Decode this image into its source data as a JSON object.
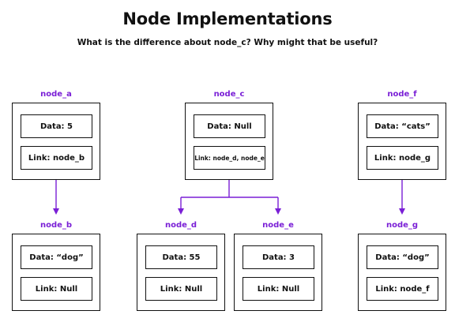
{
  "title": "Node Implementations",
  "subtitle": "What is the difference about node_c? Why might that be useful?",
  "colors": {
    "accent": "#7a1fd6",
    "border": "#111111"
  },
  "nodes": {
    "node_a": {
      "name": "node_a",
      "data": "Data: 5",
      "link": "Link: node_b"
    },
    "node_b": {
      "name": "node_b",
      "data": "Data: “dog”",
      "link": "Link: Null"
    },
    "node_c": {
      "name": "node_c",
      "data": "Data: Null",
      "link": "Link: node_d, node_e"
    },
    "node_d": {
      "name": "node_d",
      "data": "Data: 55",
      "link": "Link: Null"
    },
    "node_e": {
      "name": "node_e",
      "data": "Data: 3",
      "link": "Link: Null"
    },
    "node_f": {
      "name": "node_f",
      "data": "Data: “cats”",
      "link": "Link: node_g"
    },
    "node_g": {
      "name": "node_g",
      "data": "Data: “dog”",
      "link": "Link: node_f"
    }
  }
}
